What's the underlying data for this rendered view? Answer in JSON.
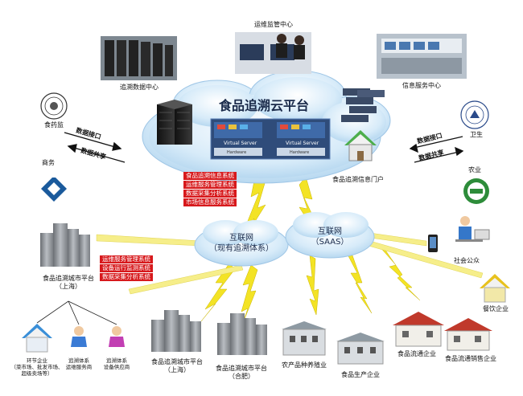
{
  "cloud": {
    "title": "食品追溯云平台",
    "server_left": "Virtual Server",
    "server_right": "Virtual Server",
    "hw_left": "Hardware",
    "hw_right": "Hardware"
  },
  "center_top": {
    "ops_center": "运维监管中心",
    "data_center": "追溯数据中心",
    "info_center": "信息服务中心"
  },
  "platform_systems": [
    "食品追溯信息系统",
    "运维服务管理系统",
    "数据采集分析系统",
    "市场信息服务系统"
  ],
  "portal": "食品追溯信息门户",
  "left_side": {
    "agency": "食药监",
    "commerce": "商务",
    "arrow_top": "数据接口",
    "arrow_bottom": "数据共享"
  },
  "right_side": {
    "health": "卫生",
    "agriculture": "农业",
    "arrow_top": "数据接口",
    "arrow_bottom": "数据共享",
    "public": "社会公众",
    "catering": "餐饮企业"
  },
  "networks": {
    "existing": {
      "line1": "互联网",
      "line2": "（现有追溯体系）"
    },
    "saas": {
      "line1": "互联网",
      "line2": "（SAAS）"
    }
  },
  "shanghai_platform": {
    "line1": "食品追溯城市平台",
    "line2": "（上海）",
    "systems": [
      "运维服务管理系统",
      "设备运行监测系统",
      "数据采集分析系统"
    ]
  },
  "bottom": {
    "env": {
      "line1": "环节企业",
      "line2": "（菜市场、批发市场、",
      "line3": "超级卖场等）"
    },
    "ops_provider": {
      "line1": "追溯体系",
      "line2": "运维服务商"
    },
    "device_provider": {
      "line1": "追溯体系",
      "line2": "设备供应商"
    },
    "city_sh": {
      "line1": "食品追溯城市平台",
      "line2": "（上海）"
    },
    "city_hf": {
      "line1": "食品追溯城市平台",
      "line2": "（合肥）"
    },
    "planting": "农产品种养殖业",
    "production": "食品生产企业",
    "circulation": "食品流通企业",
    "retail": "食品流通销售企业"
  },
  "colors": {
    "cloud": "#cfe6f7",
    "cloud_edge": "#9fc6e6",
    "red": "#d7191c",
    "bolt": "#f3e325",
    "roof": "#c0392b"
  }
}
